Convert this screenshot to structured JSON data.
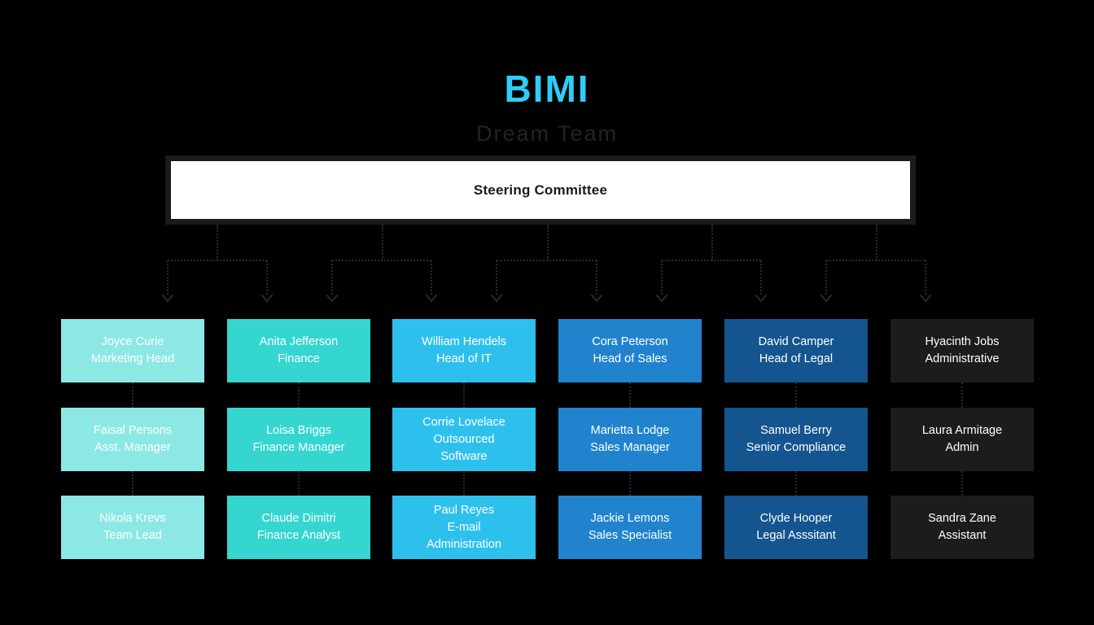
{
  "header": {
    "title": "BIMI",
    "subtitle": "Dream Team",
    "title_color": "#2ecdf5",
    "subtitle_color": "#232323"
  },
  "background_color": "#000000",
  "root": {
    "label": "Steering Committee",
    "background": "#ffffff",
    "border_color": "#1b1b1b",
    "text_color": "#1a1a1a"
  },
  "connector": {
    "color": "#2a2a2a",
    "style": "dotted",
    "arrow": "chevron-down-arrow",
    "branch_count": 5,
    "arrow_count": 10
  },
  "columns": [
    {
      "name": "marketing",
      "color": "#8ce8e5",
      "nodes": [
        {
          "lines": [
            "Joyce Curie",
            "Marketing Head"
          ]
        },
        {
          "lines": [
            "Faisal Persons",
            "Asst. Manager"
          ]
        },
        {
          "lines": [
            "Nikola Krevs",
            "Team Lead"
          ]
        }
      ]
    },
    {
      "name": "finance",
      "color": "#35d6d0",
      "nodes": [
        {
          "lines": [
            "Anita Jefferson",
            "Finance"
          ]
        },
        {
          "lines": [
            "Loisa Briggs",
            "Finance Manager"
          ]
        },
        {
          "lines": [
            "Claude Dimitri",
            "Finance Analyst"
          ]
        }
      ]
    },
    {
      "name": "it",
      "color": "#2ec0ed",
      "nodes": [
        {
          "lines": [
            "William Hendels",
            "Head of IT"
          ]
        },
        {
          "lines": [
            "Corrie Lovelace",
            "Outsourced",
            "Software"
          ]
        },
        {
          "lines": [
            "Paul Reyes",
            "E-mail",
            "Administration"
          ]
        }
      ]
    },
    {
      "name": "sales",
      "color": "#2183ce",
      "nodes": [
        {
          "lines": [
            "Cora Peterson",
            "Head of Sales"
          ]
        },
        {
          "lines": [
            "Marietta Lodge",
            "Sales Manager"
          ]
        },
        {
          "lines": [
            "Jackie Lemons",
            "Sales Specialist"
          ]
        }
      ]
    },
    {
      "name": "legal",
      "color": "#14548f",
      "nodes": [
        {
          "lines": [
            "David Camper",
            "Head of Legal"
          ]
        },
        {
          "lines": [
            "Samuel Berry",
            "Senior Compliance"
          ]
        },
        {
          "lines": [
            "Clyde Hooper",
            "Legal Asssitant"
          ]
        }
      ]
    },
    {
      "name": "administrative",
      "color": "#1c1c1c",
      "nodes": [
        {
          "lines": [
            "Hyacinth Jobs",
            "Administrative"
          ]
        },
        {
          "lines": [
            "Laura Armitage",
            "Admin"
          ]
        },
        {
          "lines": [
            "Sandra Zane",
            "Assistant"
          ]
        }
      ]
    }
  ]
}
